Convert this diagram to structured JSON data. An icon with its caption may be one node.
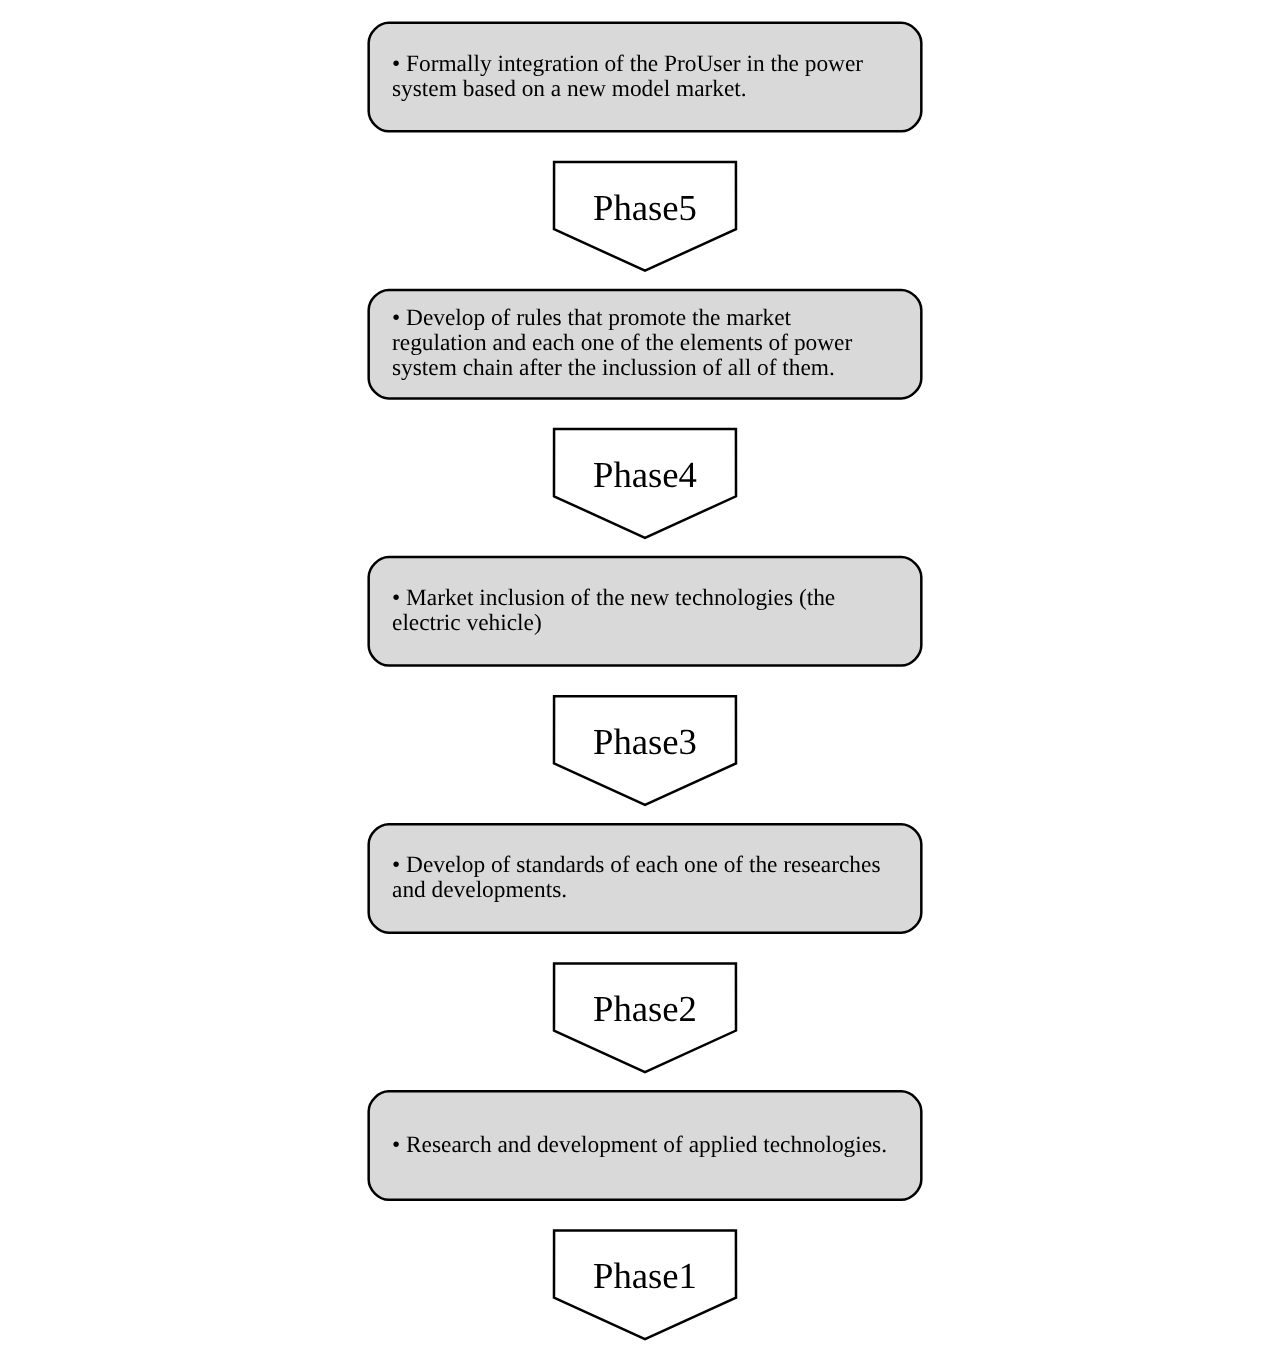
{
  "diagram": {
    "nodes": [
      {
        "text": [
          "Phase1"
        ]
      },
      {
        "text": [
          "• Research and development of applied technologies."
        ]
      },
      {
        "text": [
          "Phase2"
        ]
      },
      {
        "text": [
          "• Develop of standards of each one of the researches and developments."
        ]
      },
      {
        "text": [
          "Phase3"
        ]
      },
      {
        "text": [
          "• Market inclusion of the new technologies (the electric vehicle)"
        ]
      },
      {
        "text": [
          "Phase4"
        ]
      },
      {
        "text": [
          "• Develop of rules that promote the market regulation and each one of the elements of power system chain after the inclussion of all of them."
        ]
      },
      {
        "text": [
          "Phase5"
        ]
      },
      {
        "text": [
          "• Formally integration of the ProUser in the power system based on a new model market."
        ]
      }
    ]
  }
}
